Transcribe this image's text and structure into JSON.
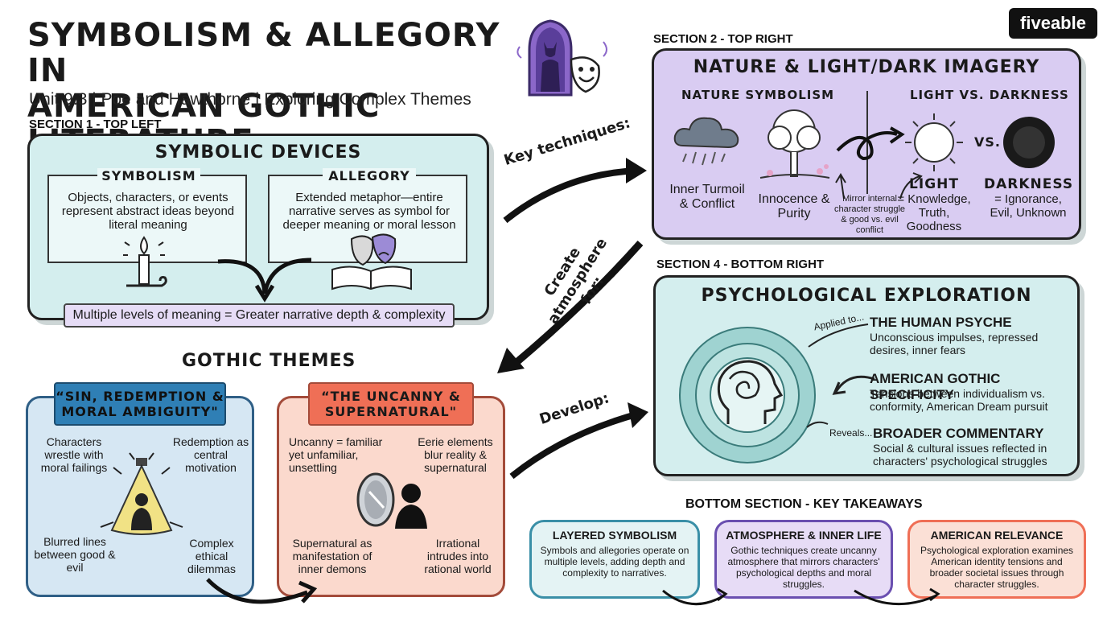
{
  "header": {
    "title_line1": "SYMBOLISM & ALLEGORY IN",
    "title_line2": "AMERICAN GOTHIC LITERATURE",
    "subtitle": "Unit 9.3 | Poe and Hawthorne | Exploring Complex Themes",
    "logo": "fiveable"
  },
  "section1": {
    "label": "SECTION 1 - TOP LEFT",
    "title": "SYMBOLIC DEVICES",
    "symbolism_title": "SYMBOLISM",
    "symbolism_text": "Objects, characters, or events represent abstract ideas beyond literal meaning",
    "allegory_title": "ALLEGORY",
    "allegory_text": "Extended metaphor—entire narrative serves as symbol for deeper meaning or moral lesson",
    "footer": "Multiple levels of meaning = Greater narrative depth & complexity"
  },
  "section2": {
    "label": "SECTION 2 - TOP RIGHT",
    "title": "NATURE & LIGHT/DARK IMAGERY",
    "nature_title": "NATURE SYMBOLISM",
    "storm_label": "Inner Turmoil & Conflict",
    "tree_label": "Innocence & Purity",
    "mirror_label": "Mirror internal character struggle & good vs. evil conflict",
    "light_dark_title": "LIGHT VS. DARKNESS",
    "vs": "VS.",
    "light_title": "LIGHT",
    "light_text": "= Knowledge, Truth, Goodness",
    "dark_title": "DARKNESS",
    "dark_text": "= Ignorance, Evil, Unknown"
  },
  "arrows": {
    "key_techniques": "Key techniques:",
    "create_atmosphere": "Create atmosphere for:",
    "develop": "Develop:"
  },
  "themes": {
    "title": "GOTHIC THEMES",
    "sin": {
      "title_line1": "“SIN, REDEMPTION &",
      "title_line2": "MORAL AMBIGUITY\"",
      "tl": "Characters wrestle with moral failings",
      "tr": "Redemption as central motivation",
      "bl": "Blurred lines between good & evil",
      "br": "Complex ethical dilemmas"
    },
    "uncanny": {
      "title_line1": "“THE UNCANNY &",
      "title_line2": "SUPERNATURAL\"",
      "tl": "Uncanny = familiar yet unfamiliar, unsettling",
      "tr": "Eerie elements blur reality & supernatural",
      "bl": "Supernatural as manifestation of inner demons",
      "br": "Irrational intrudes into rational world"
    }
  },
  "section4": {
    "label": "SECTION 4 - BOTTOM RIGHT",
    "title": "PSYCHOLOGICAL EXPLORATION",
    "applied_to": "Applied to...",
    "reveals": "Reveals...",
    "psyche_title": "THE HUMAN PSYCHE",
    "psyche_text": "Unconscious impulses, repressed desires, inner fears",
    "specificity_title": "AMERICAN GOTHIC SPECIFICITY",
    "specificity_text": "Tensions between individualism vs. conformity, American Dream pursuit",
    "commentary_title": "BROADER COMMENTARY",
    "commentary_text": "Social & cultural issues reflected in characters' psychological struggles"
  },
  "takeaways": {
    "label": "BOTTOM SECTION - KEY TAKEAWAYS",
    "items": [
      {
        "title": "LAYERED SYMBOLISM",
        "text": "Symbols and allegories operate on multiple levels, adding depth and complexity to narratives."
      },
      {
        "title": "ATMOSPHERE & INNER LIFE",
        "text": "Gothic techniques create uncanny atmosphere that mirrors characters' psychological depths and moral struggles."
      },
      {
        "title": "AMERICAN RELEVANCE",
        "text": "Psychological exploration examines American identity tensions and broader societal issues through character struggles."
      }
    ]
  },
  "colors": {
    "teal_panel": "#d4eeee",
    "purple_panel": "#d9ccf2",
    "blue_theme": "#2f7fb5",
    "red_theme": "#ef6f56",
    "purple_accent": "#6a4fb0"
  }
}
